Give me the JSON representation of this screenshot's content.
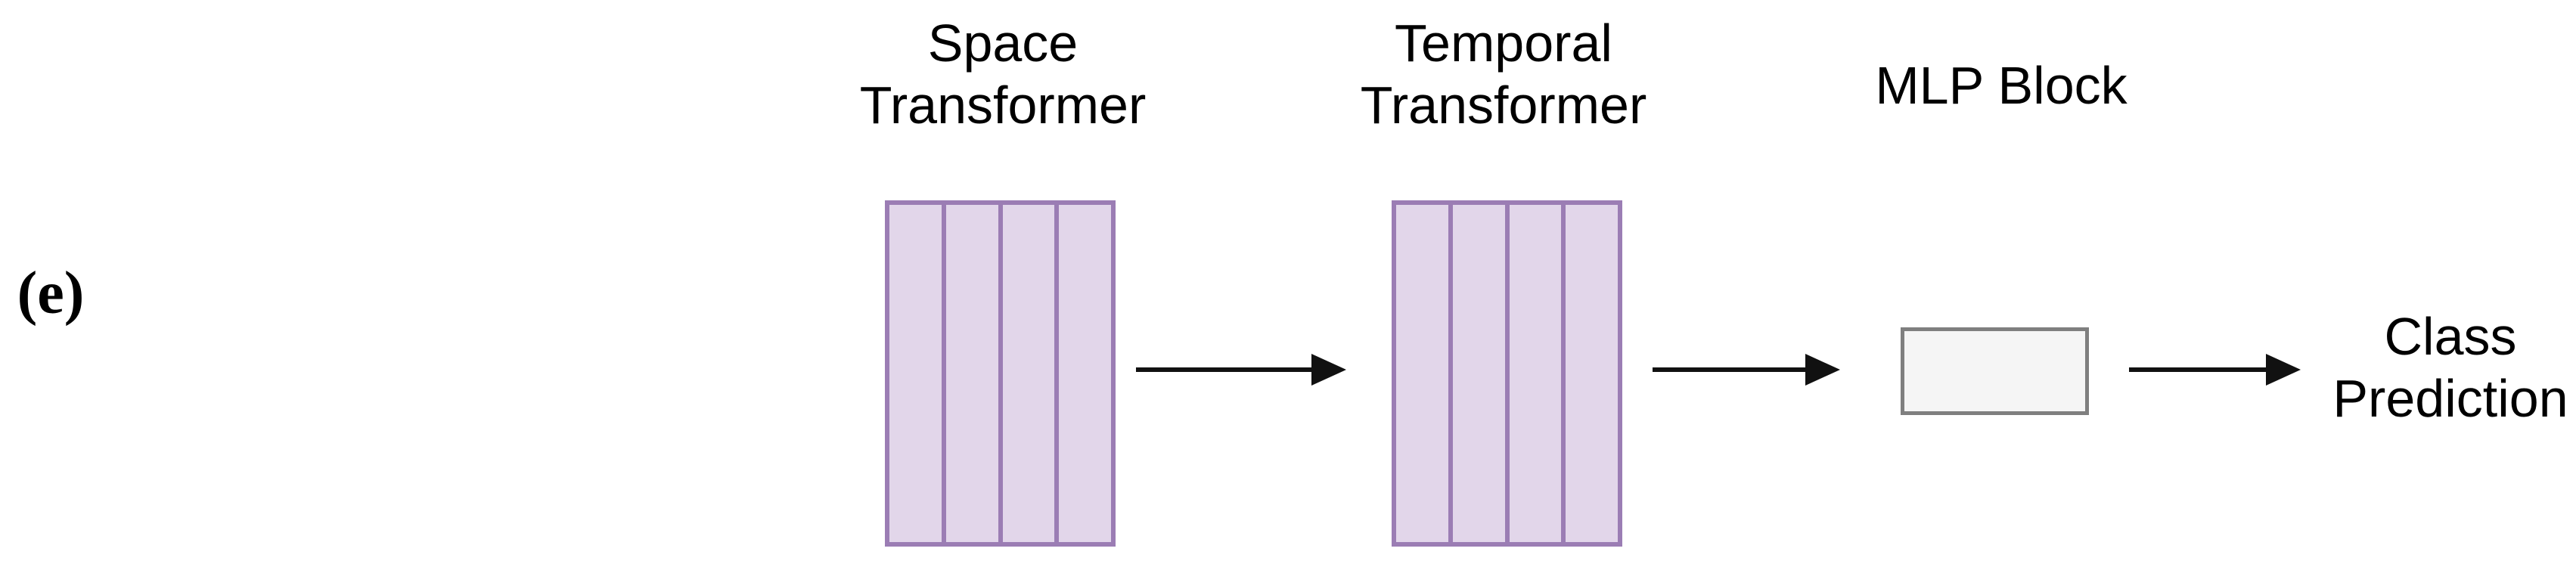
{
  "figure": {
    "panel_label": "(e)",
    "blocks": [
      {
        "name": "space-transformer",
        "label": "Space\nTransformer",
        "type": "transformer",
        "columns": 4
      },
      {
        "name": "temporal-transformer",
        "label": "Temporal\nTransformer",
        "type": "transformer",
        "columns": 4
      },
      {
        "name": "mlp-block",
        "label": "MLP Block",
        "type": "mlp"
      }
    ],
    "output_label": "Class\nPrediction",
    "edges": [
      {
        "from": "space-transformer",
        "to": "temporal-transformer"
      },
      {
        "from": "temporal-transformer",
        "to": "mlp-block"
      },
      {
        "from": "mlp-block",
        "to": "class-prediction"
      }
    ],
    "colors": {
      "background": "#ffffff",
      "text": "#000000",
      "arrow": "#111111",
      "transformer_fill": "#e2d6ea",
      "transformer_border": "#9b7db4",
      "mlp_fill": "#f5f5f5",
      "mlp_border": "#7f7f7f"
    }
  }
}
